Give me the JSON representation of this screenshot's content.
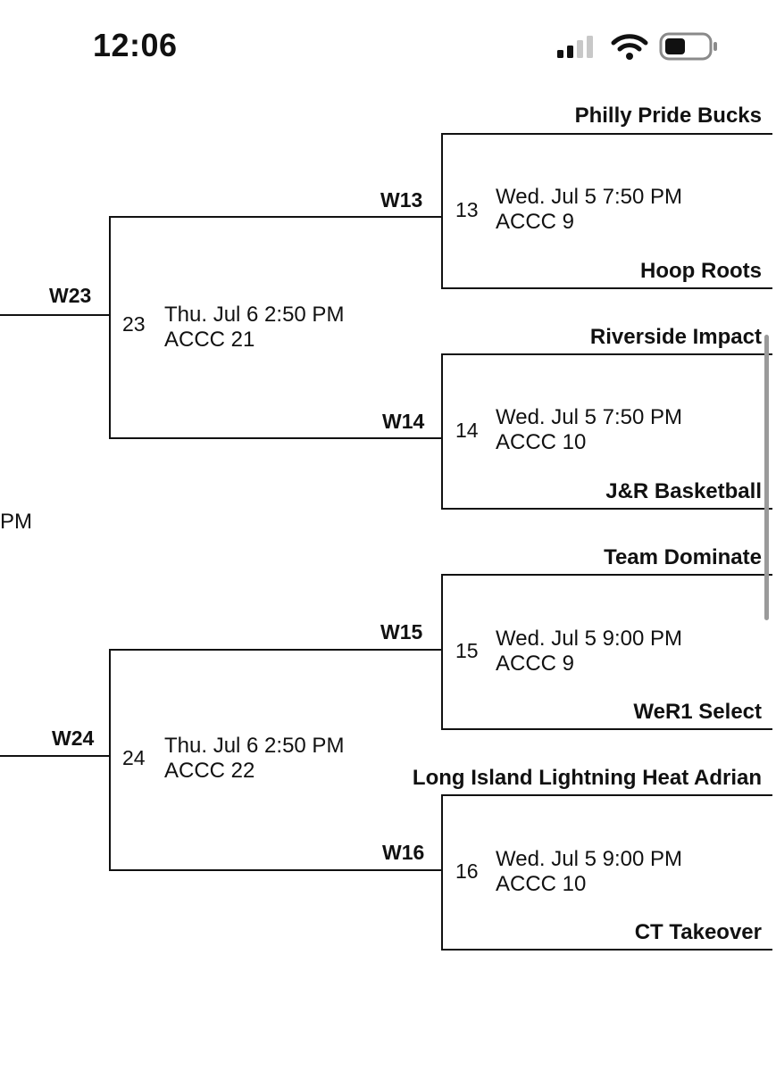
{
  "status_bar": {
    "time": "12:06",
    "icons": [
      "signal-icon",
      "wifi-icon",
      "battery-icon"
    ]
  },
  "partial_text": "PM",
  "round2": [
    {
      "winner_label": "W23",
      "game_number": "23",
      "date_time": "Thu. Jul 6 2:50 PM",
      "court": "ACCC 21"
    },
    {
      "winner_label": "W24",
      "game_number": "24",
      "date_time": "Thu. Jul 6 2:50 PM",
      "court": "ACCC 22"
    }
  ],
  "round1": [
    {
      "winner_label": "W13",
      "game_number": "13",
      "date_time": "Wed. Jul 5 7:50 PM",
      "court": "ACCC 9",
      "team_top": "Philly Pride Bucks",
      "team_bottom": "Hoop Roots"
    },
    {
      "winner_label": "W14",
      "game_number": "14",
      "date_time": "Wed. Jul 5 7:50 PM",
      "court": "ACCC 10",
      "team_top": "Riverside Impact",
      "team_bottom": "J&R Basketball"
    },
    {
      "winner_label": "W15",
      "game_number": "15",
      "date_time": "Wed. Jul 5 9:00 PM",
      "court": "ACCC 9",
      "team_top": "Team Dominate",
      "team_bottom": "WeR1 Select"
    },
    {
      "winner_label": "W16",
      "game_number": "16",
      "date_time": "Wed. Jul 5 9:00 PM",
      "court": "ACCC 10",
      "team_top": "Long Island Lightning Heat Adrian",
      "team_bottom": "CT Takeover"
    }
  ]
}
